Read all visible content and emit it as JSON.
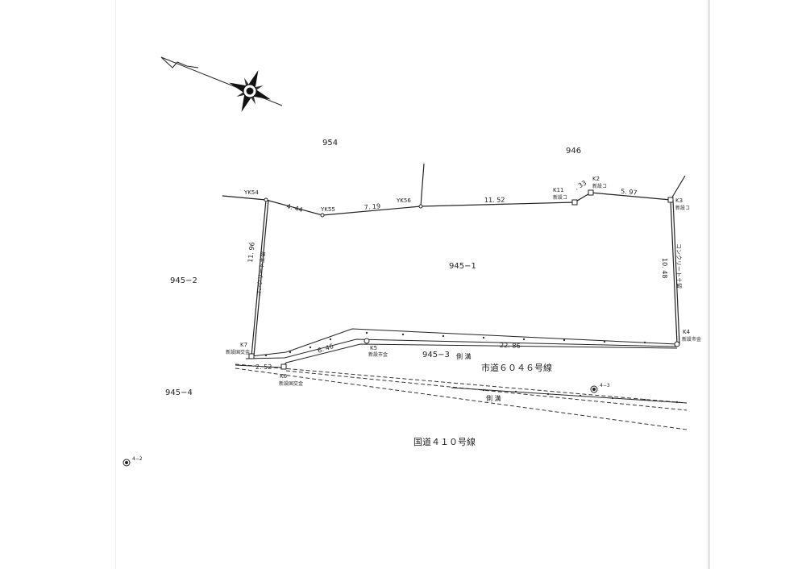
{
  "parcels": {
    "p954": "954",
    "p946": "946",
    "p945_1": "945−1",
    "p945_2": "945−2",
    "p945_3": "945−3",
    "p945_4": "945−4"
  },
  "points": {
    "yk54": "YK54",
    "yk55": "YK55",
    "yk56": "YK56",
    "k11": "K11",
    "k11_note": "新設コ",
    "k2": "K2",
    "k2_note": "新設コ",
    "k3": "K3",
    "k3_note": "新設コ",
    "k4": "K4",
    "k4_note": "新設市金",
    "k5": "K5",
    "k5_note": "新設市金",
    "k6": "K6",
    "k6_note": "新設国交金",
    "k7": "K7",
    "k7_note": "新設国交金"
  },
  "distances": {
    "d1": "4. 44",
    "d2": "7. 19",
    "d3": "11. 52",
    "d4": ". 33",
    "d5": "5. 97",
    "d6": "10. 48",
    "d7": "22. 86",
    "d8": "6. 46",
    "d9": "2. 52",
    "d10": "11. 96"
  },
  "walls": {
    "left": "コンクリート土留",
    "right": "コンクリート土留"
  },
  "roads": {
    "city": "市道６０４６号線",
    "national": "国道４１０号線",
    "ditch1": "側 溝",
    "ditch2": "側 溝"
  },
  "markers": {
    "m43": "4−3",
    "m42": "4−2"
  }
}
